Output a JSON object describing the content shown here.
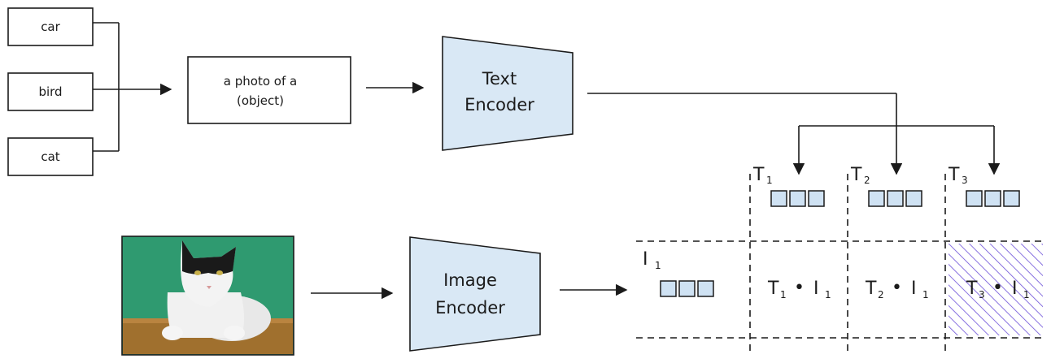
{
  "classes": [
    "car",
    "bird",
    "cat"
  ],
  "prompt": {
    "line1": "a photo of a",
    "line2": "(object)"
  },
  "text_encoder": {
    "line1": "Text",
    "line2": "Encoder"
  },
  "image_encoder": {
    "line1": "Image",
    "line2": "Encoder"
  },
  "text_embeddings": [
    {
      "letter": "T",
      "sub": "1"
    },
    {
      "letter": "T",
      "sub": "2"
    },
    {
      "letter": "T",
      "sub": "3"
    }
  ],
  "image_embedding": {
    "letter": "I",
    "sub": "1"
  },
  "dot_products": [
    {
      "t": "T",
      "t_sub": "1",
      "op": "•",
      "i": "I",
      "i_sub": "1"
    },
    {
      "t": "T",
      "t_sub": "2",
      "op": "•",
      "i": "I",
      "i_sub": "1"
    },
    {
      "t": "T",
      "t_sub": "3",
      "op": "•",
      "i": "I",
      "i_sub": "1"
    }
  ],
  "photo": {
    "icon": "cat-photo",
    "colors": {
      "background": "#2f9a70",
      "cat_white": "#eeeeee",
      "cat_black": "#1a1a1a",
      "box": "#a0702e"
    }
  },
  "colors": {
    "encoder_fill": "#d9e8f5",
    "embedding_fill": "#cfe2f3",
    "highlight_hatch": "#6b4fd8",
    "stroke": "#1b1b1b"
  }
}
